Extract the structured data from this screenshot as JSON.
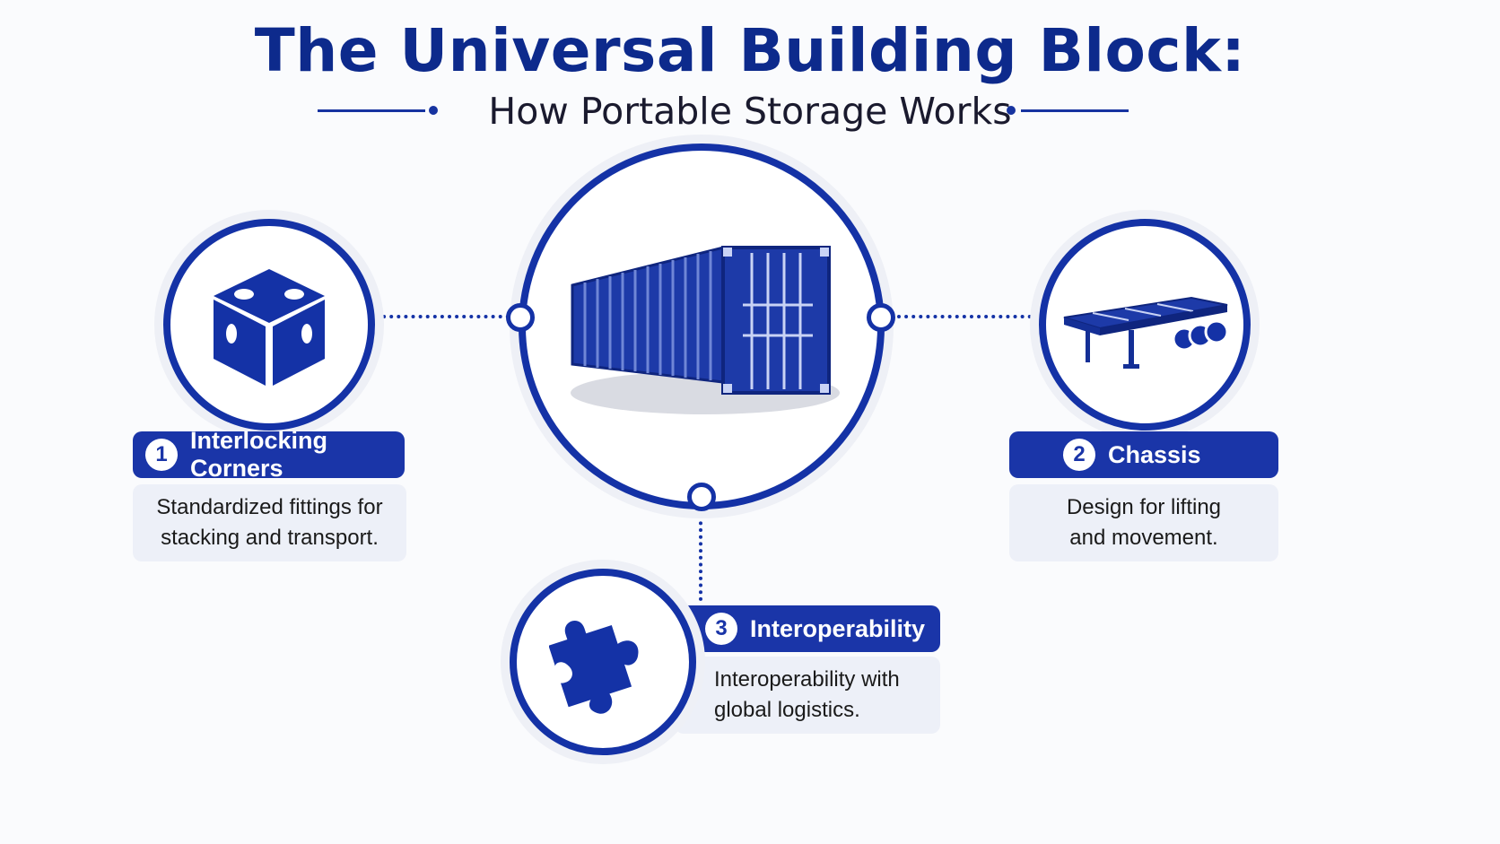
{
  "header": {
    "title": "The Universal Building Block:",
    "subtitle": "How Portable Storage Works"
  },
  "colors": {
    "primary": "#1432a6",
    "panel": "#edf0f8",
    "title": "#0d2a8c"
  },
  "features": [
    {
      "number": "1",
      "label": "Interlocking Corners",
      "line1": "Standardized fittings for",
      "line2": "stacking and transport.",
      "icon": "corner-fitting-icon"
    },
    {
      "number": "2",
      "label": "Chassis",
      "line1": "Design for lifting",
      "line2": "and movement.",
      "icon": "chassis-trailer-icon"
    },
    {
      "number": "3",
      "label": "Interoperability",
      "line1": "Interoperability with",
      "line2": "global logistics.",
      "icon": "puzzle-piece-icon"
    }
  ],
  "center": {
    "icon": "shipping-container-icon"
  }
}
